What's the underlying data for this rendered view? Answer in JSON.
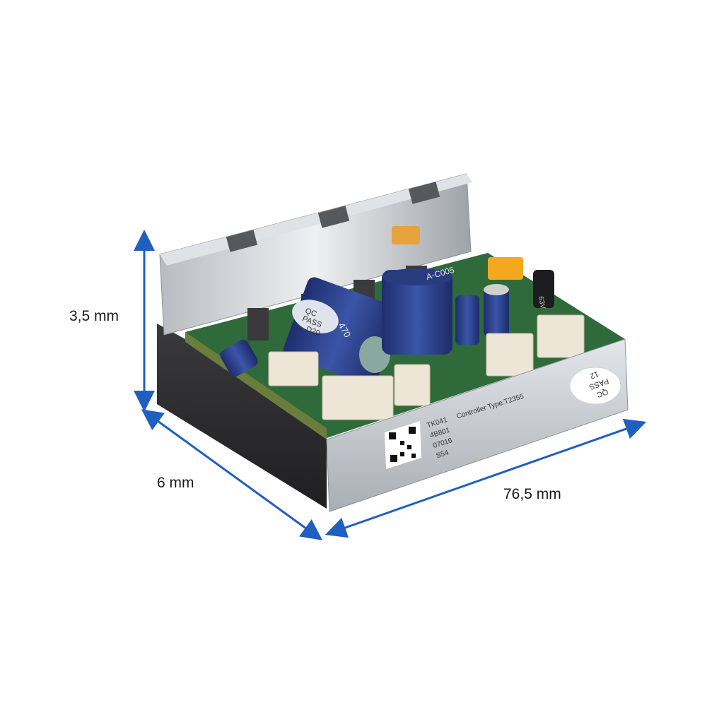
{
  "dimensions": {
    "height_label": "3,5 mm",
    "depth_label": "6 mm",
    "width_label": "76,5 mm",
    "arrow_color": "#1f5fbf"
  },
  "product_label": {
    "lines": [
      "TK041",
      "4B801",
      "07016",
      "S54"
    ],
    "controller_type": "Controller Type:T2355"
  },
  "stickers": {
    "qc_pass_front": [
      "QC",
      "PASS",
      "12"
    ],
    "qc_pass_capacitor": [
      "QC",
      "PASS",
      "D20"
    ]
  },
  "component_markings": {
    "capacitor_text": "470",
    "chip_text": "A-C005",
    "small_cap_text": "63V"
  },
  "colors": {
    "pcb_green": "#2f6b3a",
    "aluminium": "#c9cdd2",
    "capacitor_blue": "#2c3f8c",
    "connector_white": "#ede6d6",
    "xt_connector_yellow": "#f2a91e",
    "heatsink_dark": "#2b2b2d"
  }
}
